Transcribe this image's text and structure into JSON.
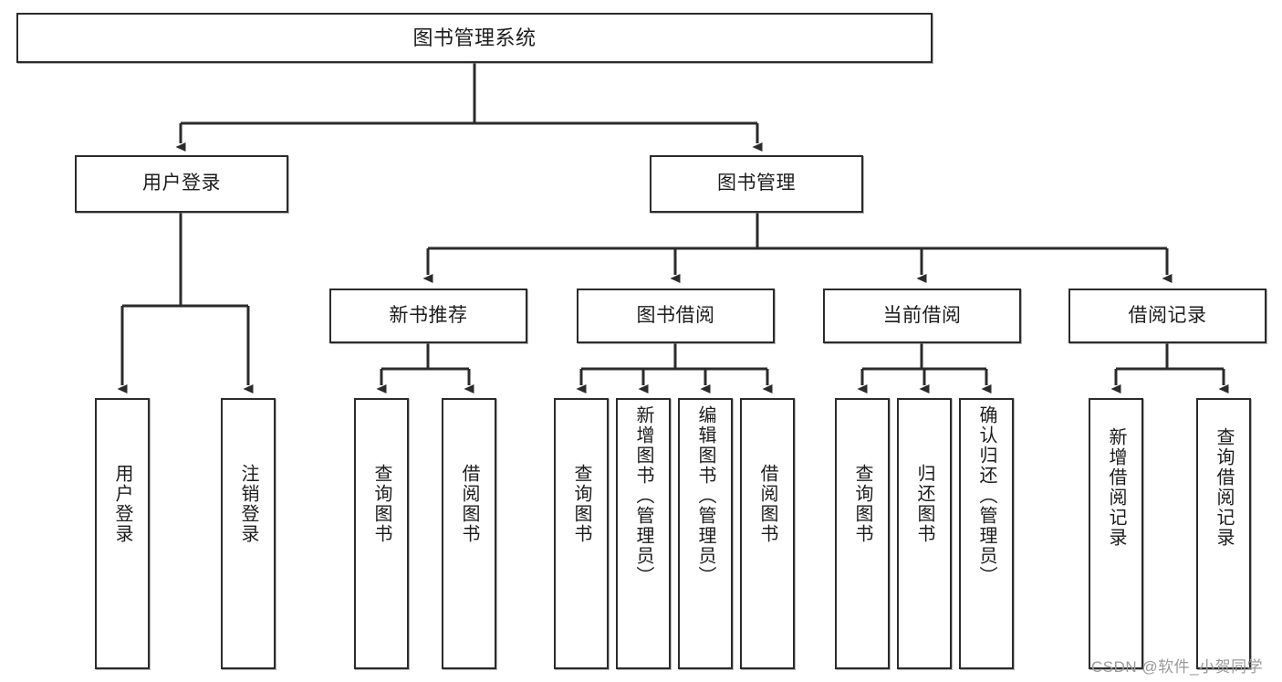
{
  "diagram": {
    "type": "tree-hierarchy-diagram",
    "title": "图书管理系统",
    "theme": {
      "background": "#ffffff",
      "box_border": "#2b2b2b",
      "box_fill": "#ffffff",
      "connector": "#2b2b2b",
      "text": "#1c1c1c",
      "watermark": "#9a9a9a"
    },
    "levels": {
      "root": {
        "label": "图书管理系统"
      },
      "level2": [
        {
          "id": "user-login",
          "label": "用户登录"
        },
        {
          "id": "book-management",
          "label": "图书管理"
        }
      ],
      "level3": [
        {
          "id": "new-book-recommend",
          "label": "新书推荐",
          "parent": "book-management"
        },
        {
          "id": "book-borrow",
          "label": "图书借阅",
          "parent": "book-management"
        },
        {
          "id": "current-borrow",
          "label": "当前借阅",
          "parent": "book-management"
        },
        {
          "id": "borrow-record",
          "label": "借阅记录",
          "parent": "book-management"
        }
      ],
      "leaves": [
        {
          "id": "leaf-user-login",
          "label": "用户登录",
          "parent": "user-login"
        },
        {
          "id": "leaf-logout",
          "label": "注销登录",
          "parent": "user-login"
        },
        {
          "id": "leaf-query-book-1",
          "label": "查询图书",
          "parent": "new-book-recommend"
        },
        {
          "id": "leaf-borrow-book-1",
          "label": "借阅图书",
          "parent": "new-book-recommend"
        },
        {
          "id": "leaf-query-book-2",
          "label": "查询图书",
          "parent": "book-borrow"
        },
        {
          "id": "leaf-add-book",
          "label": "新增图书（管理员）",
          "parent": "book-borrow"
        },
        {
          "id": "leaf-edit-book",
          "label": "编辑图书（管理员）",
          "parent": "book-borrow"
        },
        {
          "id": "leaf-borrow-book-2",
          "label": "借阅图书",
          "parent": "book-borrow"
        },
        {
          "id": "leaf-query-book-3",
          "label": "查询图书",
          "parent": "current-borrow"
        },
        {
          "id": "leaf-return-book",
          "label": "归还图书",
          "parent": "current-borrow"
        },
        {
          "id": "leaf-confirm-return",
          "label": "确认归还（管理员）",
          "parent": "current-borrow"
        },
        {
          "id": "leaf-add-record",
          "label": "新增借阅记录",
          "parent": "borrow-record"
        },
        {
          "id": "leaf-query-record",
          "label": "查询借阅记录",
          "parent": "borrow-record"
        }
      ]
    },
    "watermark": "CSDN @软件_小贺同学"
  }
}
